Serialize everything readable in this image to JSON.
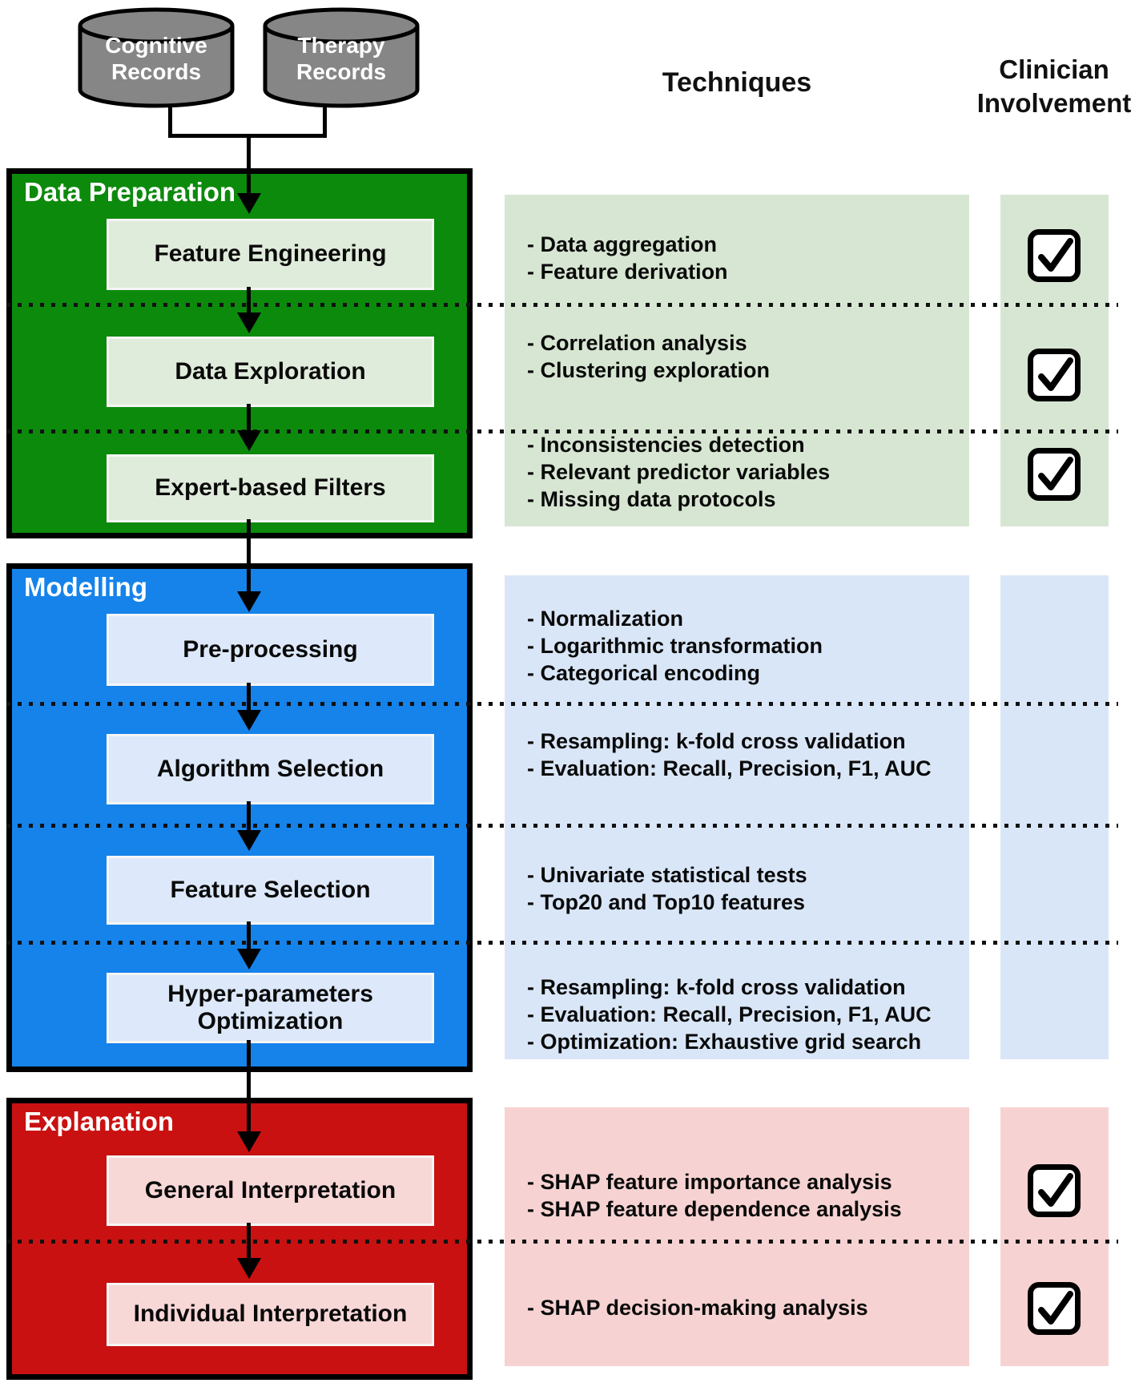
{
  "headers": {
    "techniques": "Techniques",
    "clinician": "Clinician Involvement"
  },
  "datastores": [
    {
      "label": "Cognitive Records"
    },
    {
      "label": "Therapy Records"
    }
  ],
  "sections": [
    {
      "title": "Data Preparation",
      "color": "#0c8a0c",
      "step_box_color": "#e0ecdb",
      "panel_color": "#d7e6d2",
      "steps": [
        "Feature Engineering",
        "Data Exploration",
        "Expert-based Filters"
      ]
    },
    {
      "title": "Modelling",
      "color": "#1583ea",
      "step_box_color": "#dde9fa",
      "panel_color": "#d9e6f7",
      "steps": [
        "Pre-processing",
        "Algorithm Selection",
        "Feature Selection",
        "Hyper-parameters Optimization"
      ]
    },
    {
      "title": "Explanation",
      "color": "#c91111",
      "step_box_color": "#f8d7d7",
      "panel_color": "#f6d3d2",
      "steps": [
        "General Interpretation",
        "Individual Interpretation"
      ]
    }
  ],
  "techniques": {
    "rows": [
      {
        "lines": [
          "- Data aggregation",
          "- Feature derivation"
        ]
      },
      {
        "lines": [
          "- Correlation analysis",
          "- Clustering exploration"
        ]
      },
      {
        "lines": [
          "- Inconsistencies detection",
          "- Relevant predictor variables",
          "- Missing data protocols"
        ]
      },
      {
        "lines": [
          "- Normalization",
          "- Logarithmic transformation",
          "- Categorical encoding"
        ]
      },
      {
        "lines": [
          "- Resampling: k-fold cross validation",
          "- Evaluation: Recall, Precision, F1, AUC"
        ]
      },
      {
        "lines": [
          "- Univariate statistical tests",
          "- Top20 and Top10 features"
        ]
      },
      {
        "lines": [
          "- Resampling: k-fold cross validation",
          "- Evaluation: Recall, Precision, F1, AUC",
          "- Optimization: Exhaustive grid search"
        ]
      },
      {
        "lines": [
          "- SHAP feature importance analysis",
          "- SHAP feature dependence analysis"
        ]
      },
      {
        "lines": [
          "- SHAP decision-making analysis"
        ]
      }
    ]
  },
  "clinician": {
    "involved_rows": [
      true,
      true,
      true,
      false,
      false,
      false,
      false,
      true,
      true
    ]
  }
}
